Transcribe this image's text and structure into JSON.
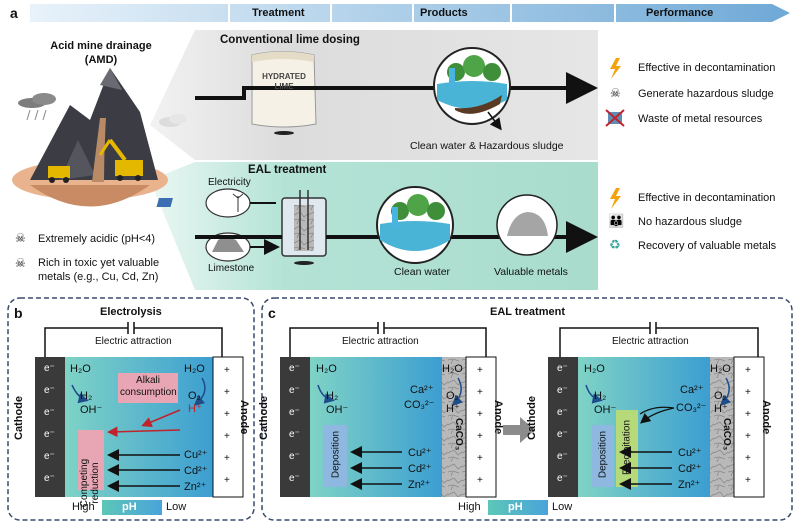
{
  "panel_a": {
    "letter": "a",
    "header": {
      "treatment": "Treatment",
      "products": "Products",
      "performance": "Performance"
    },
    "amd": {
      "title_line1": "Acid mine drainage",
      "title_line2": "(AMD)",
      "prop1": "Extremely acidic (pH<4)",
      "prop2_line1": "Rich in toxic yet valuable",
      "prop2_line2": "metals (e.g., Cu, Cd, Zn)"
    },
    "conventional": {
      "title": "Conventional lime dosing",
      "bag_line1": "HYDRATED",
      "bag_line2": "LIME",
      "product": "Clean water & Hazardous sludge",
      "perf": [
        "Effective in decontamination",
        "Generate hazardous sludge",
        "Waste of metal resources"
      ]
    },
    "eal": {
      "title": "EAL treatment",
      "electricity": "Electricity",
      "limestone": "Limestone",
      "product1": "Clean water",
      "product2": "Valuable metals",
      "perf": [
        "Effective in decontamination",
        "No hazardous sludge",
        "Recovery of valuable metals"
      ]
    }
  },
  "panel_b": {
    "letter": "b",
    "title": "Electrolysis",
    "electric_attraction": "Electric attraction",
    "cathode": "Cathode",
    "anode": "Anode",
    "electron": "e⁻",
    "plus": "+",
    "h2o_left": "H₂O",
    "h2_left": "H₂",
    "oh_left": "OH⁻",
    "h2o_right": "H₂O",
    "o2_right": "O₂",
    "h_right": "H⁺",
    "alkali": "Alkali consumption",
    "competing": "Competing reduction",
    "ions": [
      "Cu²⁺",
      "Cd²⁺",
      "Zn²⁺"
    ],
    "ph_high": "High",
    "ph_label": "pH",
    "ph_low": "Low"
  },
  "panel_c": {
    "letter": "c",
    "title": "EAL treatment",
    "electric_attraction": "Electric attraction",
    "cathode": "Cathode",
    "anode": "Anode",
    "caco3": "CaCO₃",
    "electron": "e⁻",
    "plus": "+",
    "h2o_left": "H₂O",
    "h2_left": "H₂",
    "oh_left": "OH⁻",
    "h2o_right": "H₂O",
    "o2_right": "O₂",
    "h_right": "H⁺",
    "ca": "Ca²⁺",
    "co3": "CO₃²⁻",
    "deposition": "Deposition",
    "precipitation": "Precipitation",
    "ions": [
      "Cu²⁺",
      "Cd²⁺",
      "Zn²⁺"
    ],
    "ph_high": "High",
    "ph_label": "pH",
    "ph_low": "Low"
  },
  "colors": {
    "header_arrow": "#7fb4da",
    "conventional_band": "#d9d9d9",
    "eal_band": "#a8dccf",
    "teal": "#5bc0b5",
    "cathode": "#3a3a3a",
    "pink_box": "#e8a6b4",
    "blue_box": "#8fb8e0",
    "green_box": "#b6d97a",
    "dashed_border": "#3a4a6b",
    "red_arrow": "#c0232b"
  }
}
